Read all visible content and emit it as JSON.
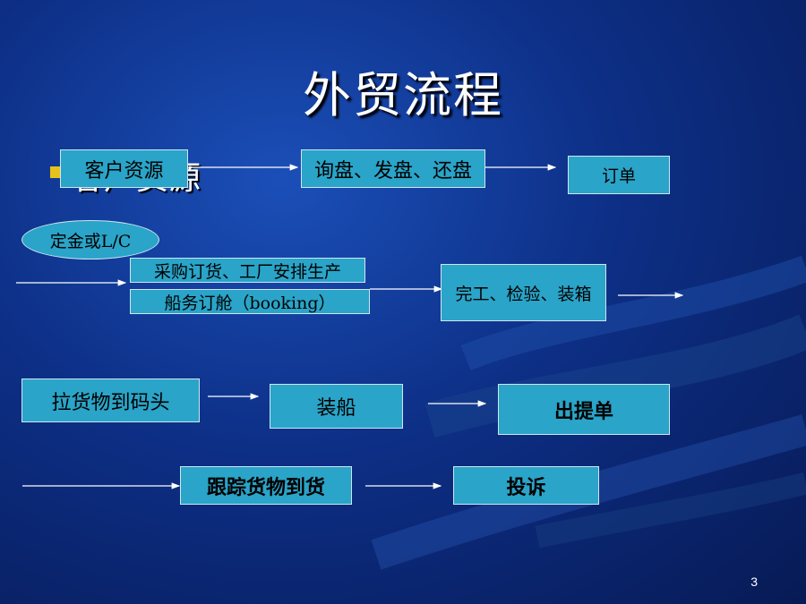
{
  "slide": {
    "title": "外贸流程",
    "bullet_text": "客户资源",
    "page_number": "3"
  },
  "flow": {
    "customer_source": "客户资源",
    "inquiry": "询盘、发盘、还盘",
    "order": "订单",
    "deposit": "定金或L/C",
    "purchase": "采购订货、工厂安排生产",
    "booking": "船务订舱（booking）",
    "finish": "完工、检验、装箱",
    "to_dock": "拉货物到码头",
    "loading": "装船",
    "bill_of_lading": "出提单",
    "tracking": "跟踪货物到货",
    "complaint": "投诉"
  },
  "colors": {
    "background": "#0d2f86",
    "box_fill": "#2aa4c8",
    "bullet": "#e8c21a",
    "text": "#ffffff"
  }
}
